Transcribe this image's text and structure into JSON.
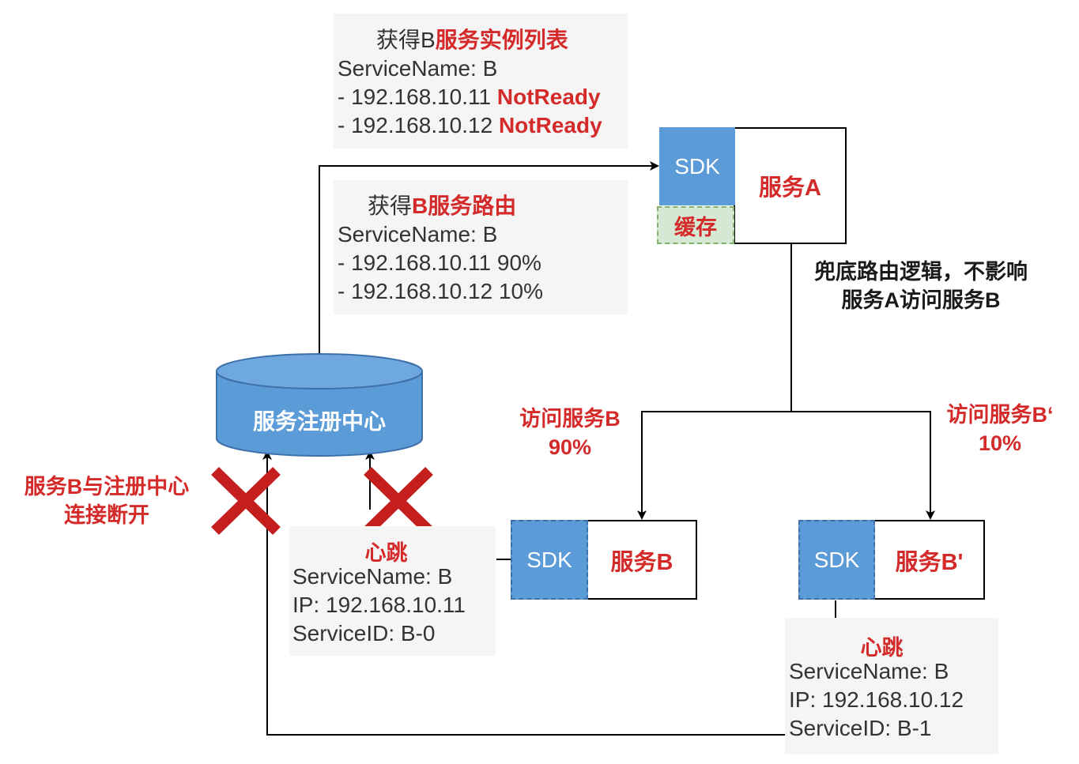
{
  "colors": {
    "accent_red": "#d42a2a",
    "sdk_blue": "#5b9bd8",
    "cache_green": "#d5e8d4",
    "note_gray": "#f5f5f5"
  },
  "instance_list_note": {
    "title_prefix": "获得B",
    "title_highlight": "服务实例列表",
    "service_name": "ServiceName: B",
    "entries": [
      {
        "ip": "- 192.168.10.11 ",
        "status": "NotReady"
      },
      {
        "ip": "- 192.168.10.12 ",
        "status": "NotReady"
      }
    ]
  },
  "route_note": {
    "title_prefix": "获得",
    "title_highlight": "B服务路由",
    "service_name": "ServiceName: B",
    "entries": [
      "- 192.168.10.11 90%",
      "- 192.168.10.12 10%"
    ]
  },
  "service_a": {
    "sdk_label": "SDK",
    "cache_label": "缓存",
    "name": "服务A"
  },
  "fallback_label": {
    "line1": "兜底路由逻辑，不影响",
    "line2": "服务A访问服务B"
  },
  "registry": {
    "label": "服务注册中心"
  },
  "disconnect_label": {
    "line1": "服务B与注册中心",
    "line2": "连接断开"
  },
  "route_b": {
    "line1": "访问服务B",
    "line2": "90%"
  },
  "route_b_prime": {
    "line1": "访问服务B‘",
    "line2": "10%"
  },
  "service_b": {
    "sdk_label": "SDK",
    "name": "服务B"
  },
  "service_b_prime": {
    "sdk_label": "SDK",
    "name": "服务B'"
  },
  "heartbeat_b": {
    "title": "心跳",
    "service_name": "ServiceName: B",
    "ip": "IP: 192.168.10.11",
    "service_id": "ServiceID: B-0"
  },
  "heartbeat_b_prime": {
    "title": "心跳",
    "service_name": "ServiceName: B",
    "ip": "IP: 192.168.10.12",
    "service_id": "ServiceID: B-1"
  }
}
